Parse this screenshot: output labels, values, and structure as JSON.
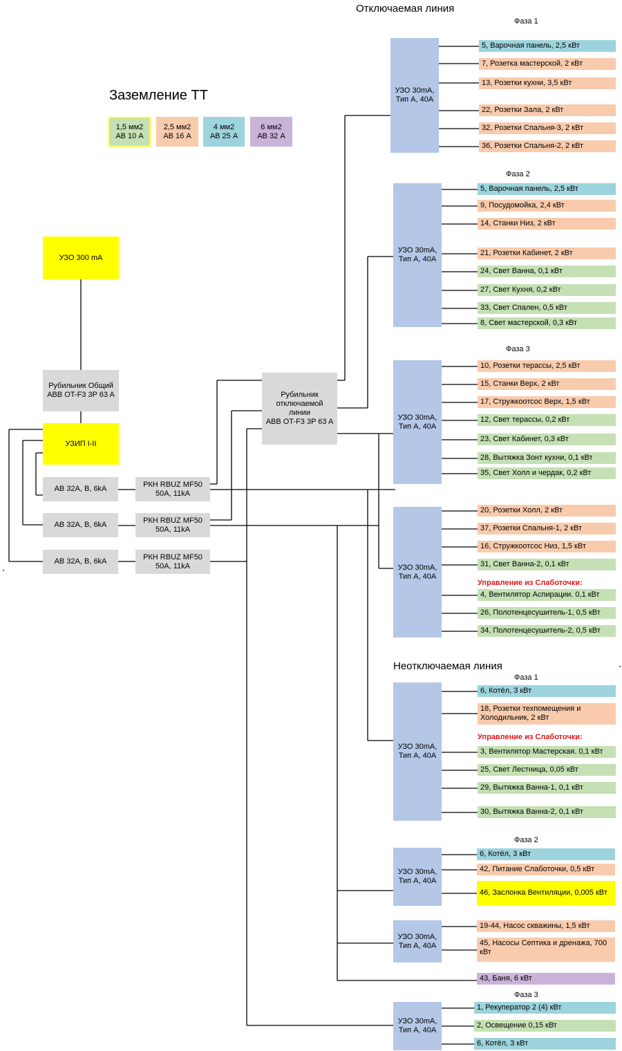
{
  "titles": {
    "switchable": "Отключаемая линия",
    "unswitchable": "Неотключаемая линия",
    "grounding": "Заземление ТТ",
    "control": "Управление из Слаботочки:"
  },
  "phases": {
    "p1": "Фаза 1",
    "p2": "Фаза 2",
    "p3": "Фаза 3"
  },
  "legend": [
    {
      "label": "1,5 мм2\nАВ 10 А",
      "color": "#c5e0b4",
      "border": "#ffff00"
    },
    {
      "label": "2,5 мм2\nАВ 16 А",
      "color": "#f8cbad"
    },
    {
      "label": "4 мм2\nАВ 25 А",
      "color": "#9dd3dc"
    },
    {
      "label": "6 мм2\nАВ 32 А",
      "color": "#c9b3d8"
    }
  ],
  "devices": {
    "uzo300": "УЗО 300 mA",
    "main_switch": "Рубильник Общий\nABB OT-F3 3P 63 A",
    "uzip": "УЗИП I-II",
    "breakers": [
      "АВ 32А, B, 6kA",
      "АВ 32А, B, 6kA",
      "АВ 32А, B, 6kA"
    ],
    "rkn": [
      "РКН RBUZ MF50\n50A, 11kA",
      "РКН RBUZ MF50\n50A, 11kA",
      "РКН RBUZ MF50\n50A, 11kA"
    ],
    "line_switch": "Рубильник\nотключаемой\nлинии\nABB OT-F3 3P 63 A",
    "uzo30": "УЗО 30mA,\nТип А, 40А"
  },
  "groups": [
    {
      "loads": [
        {
          "label": "5, Варочная панель, 2,5 кВт",
          "color": "blue"
        },
        {
          "label": "7, Розетка мастерской, 2 кВт",
          "color": "orange"
        },
        {
          "label": "13, Розетки кухни, 3,5 кВт",
          "color": "orange"
        },
        {
          "label": "22, Розетки Зала, 2 кВт",
          "color": "orange"
        },
        {
          "label": "32, Розетки Спальня-3, 2 кВт",
          "color": "orange"
        },
        {
          "label": "36, Розетки Спальня-2, 2 кВт",
          "color": "orange"
        }
      ]
    },
    {
      "loads": [
        {
          "label": "5, Варочная панель, 2,5 кВт",
          "color": "blue"
        },
        {
          "label": "9, Посудомойка, 2,4 кВт",
          "color": "orange"
        },
        {
          "label": "14, Станки Низ, 2 кВт",
          "color": "orange"
        },
        {
          "label": "21, Розетки Кабинет, 2 кВт",
          "color": "orange"
        },
        {
          "label": "24, Свет Ванна, 0,1 кВт",
          "color": "green"
        },
        {
          "label": "27, Свет Кухня, 0,2 кВт",
          "color": "green"
        },
        {
          "label": "33, Свет Спален, 0,5 кВт",
          "color": "green"
        },
        {
          "label": "8, Свет мастерской, 0,3 кВт",
          "color": "green"
        }
      ]
    },
    {
      "loads": [
        {
          "label": "10, Розетки терассы, 2,5 кВт",
          "color": "orange"
        },
        {
          "label": "15, Станки Верх, 2 кВт",
          "color": "orange"
        },
        {
          "label": "17, Стружкоотсос Верх, 1,5 кВт",
          "color": "orange"
        },
        {
          "label": "12, Свет терассы, 0,2 кВт",
          "color": "green"
        },
        {
          "label": "23, Свет Кабинет, 0,3 кВт",
          "color": "green"
        },
        {
          "label": "28, Вытяжка Зонт кухни, 0,1 кВт",
          "color": "green"
        },
        {
          "label": "35, Свет Холл и чердак, 0,2 кВт",
          "color": "green"
        }
      ]
    },
    {
      "loads": [
        {
          "label": "20, Розетки Холл, 2 кВт",
          "color": "orange"
        },
        {
          "label": "37, Розетки Спальня-1, 2 кВт",
          "color": "orange"
        },
        {
          "label": "16, Стружкоотсос Низ, 1,5 кВт",
          "color": "orange"
        },
        {
          "label": "31, Свет Ванна-2, 0,1 кВт",
          "color": "green"
        },
        {
          "label": "4, Вентилятор Аспирации. 0,1 кВт",
          "color": "green"
        },
        {
          "label": "26, Полотенцесушитель-1, 0,5 кВт",
          "color": "green"
        },
        {
          "label": "34, Полотенцесушитель-2, 0,5 кВт",
          "color": "green"
        }
      ]
    },
    {
      "loads": [
        {
          "label": "6, Котёл, 3 кВт",
          "color": "blue"
        },
        {
          "label": "18, Розетки техпомещения и Холодильник, 2 кВт",
          "color": "orange"
        },
        {
          "label": "3, Вентилятор Мастерская. 0,1 кВт",
          "color": "green"
        },
        {
          "label": "25, Свет Лестница, 0,05 кВт",
          "color": "green"
        },
        {
          "label": "29, Вытяжка Ванна-1, 0,1 кВт",
          "color": "green"
        },
        {
          "label": "30, Вытяжка Ванна-2, 0,1 кВт",
          "color": "green"
        }
      ]
    },
    {
      "loads": [
        {
          "label": "6, Котёл, 3 кВт",
          "color": "blue"
        },
        {
          "label": "42, Питание Слаботочки, 0,5 кВт",
          "color": "orange"
        },
        {
          "label": "46, Заслонка Вентиляции, 0,005 кВт",
          "color": "yellow"
        }
      ]
    },
    {
      "loads": [
        {
          "label": "19-44, Насос скважины, 1,5 кВт",
          "color": "orange"
        },
        {
          "label": "45, Насосы Септика и дренажа, 700 кВт",
          "color": "orange"
        }
      ]
    },
    {
      "loads": [
        {
          "label": "43, Баня, 6 кВт",
          "color": "purple"
        }
      ]
    },
    {
      "loads": [
        {
          "label": "1, Рекуператор 2 (4) кВт",
          "color": "blue"
        },
        {
          "label": "2, Освещение 0,15 кВт",
          "color": "green"
        },
        {
          "label": "6, Котёл, 3 кВт",
          "color": "blue"
        }
      ]
    }
  ]
}
